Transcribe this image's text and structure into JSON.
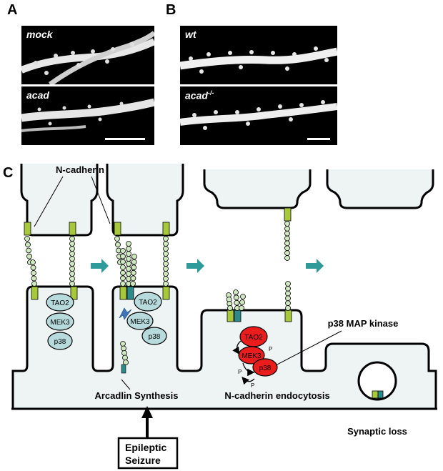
{
  "panels": {
    "a": {
      "letter": "A",
      "top_label": "mock",
      "bottom_label": "acad"
    },
    "b": {
      "letter": "B",
      "top_label": "wt",
      "bottom_label": "acad",
      "bottom_label_sup": "-/-"
    },
    "c": {
      "letter": "C"
    }
  },
  "diagram": {
    "ncadherin_label": "N-cadherin",
    "kinases_stage1": [
      "TAO2",
      "MEK3",
      "p38"
    ],
    "kinases_stage2": [
      "TAO2",
      "MEK3",
      "p38"
    ],
    "kinases_active": [
      "TAO2",
      "MEK3",
      "p38"
    ],
    "phospho": "P",
    "p38_label": "p38 MAP kinase",
    "arcadlin_label": "Arcadlin Synthesis",
    "endocytosis_label": "N-cadherin endocytosis",
    "synaptic_loss_label": "Synaptic loss",
    "seizure_line1": "Epileptic",
    "seizure_line2": "Seizure"
  },
  "colors": {
    "cell_fill": "#eef4f4",
    "cadherin_green": "#a8c83c",
    "bead_fill": "#cfe8c0",
    "teal_arrow": "#2f9a9a",
    "kinase_inactive": "#b7dadc",
    "kinase_active": "#ea1c1c",
    "arcadlin_teal": "#2c8a8a",
    "up_arrow": "#3f74b8"
  }
}
